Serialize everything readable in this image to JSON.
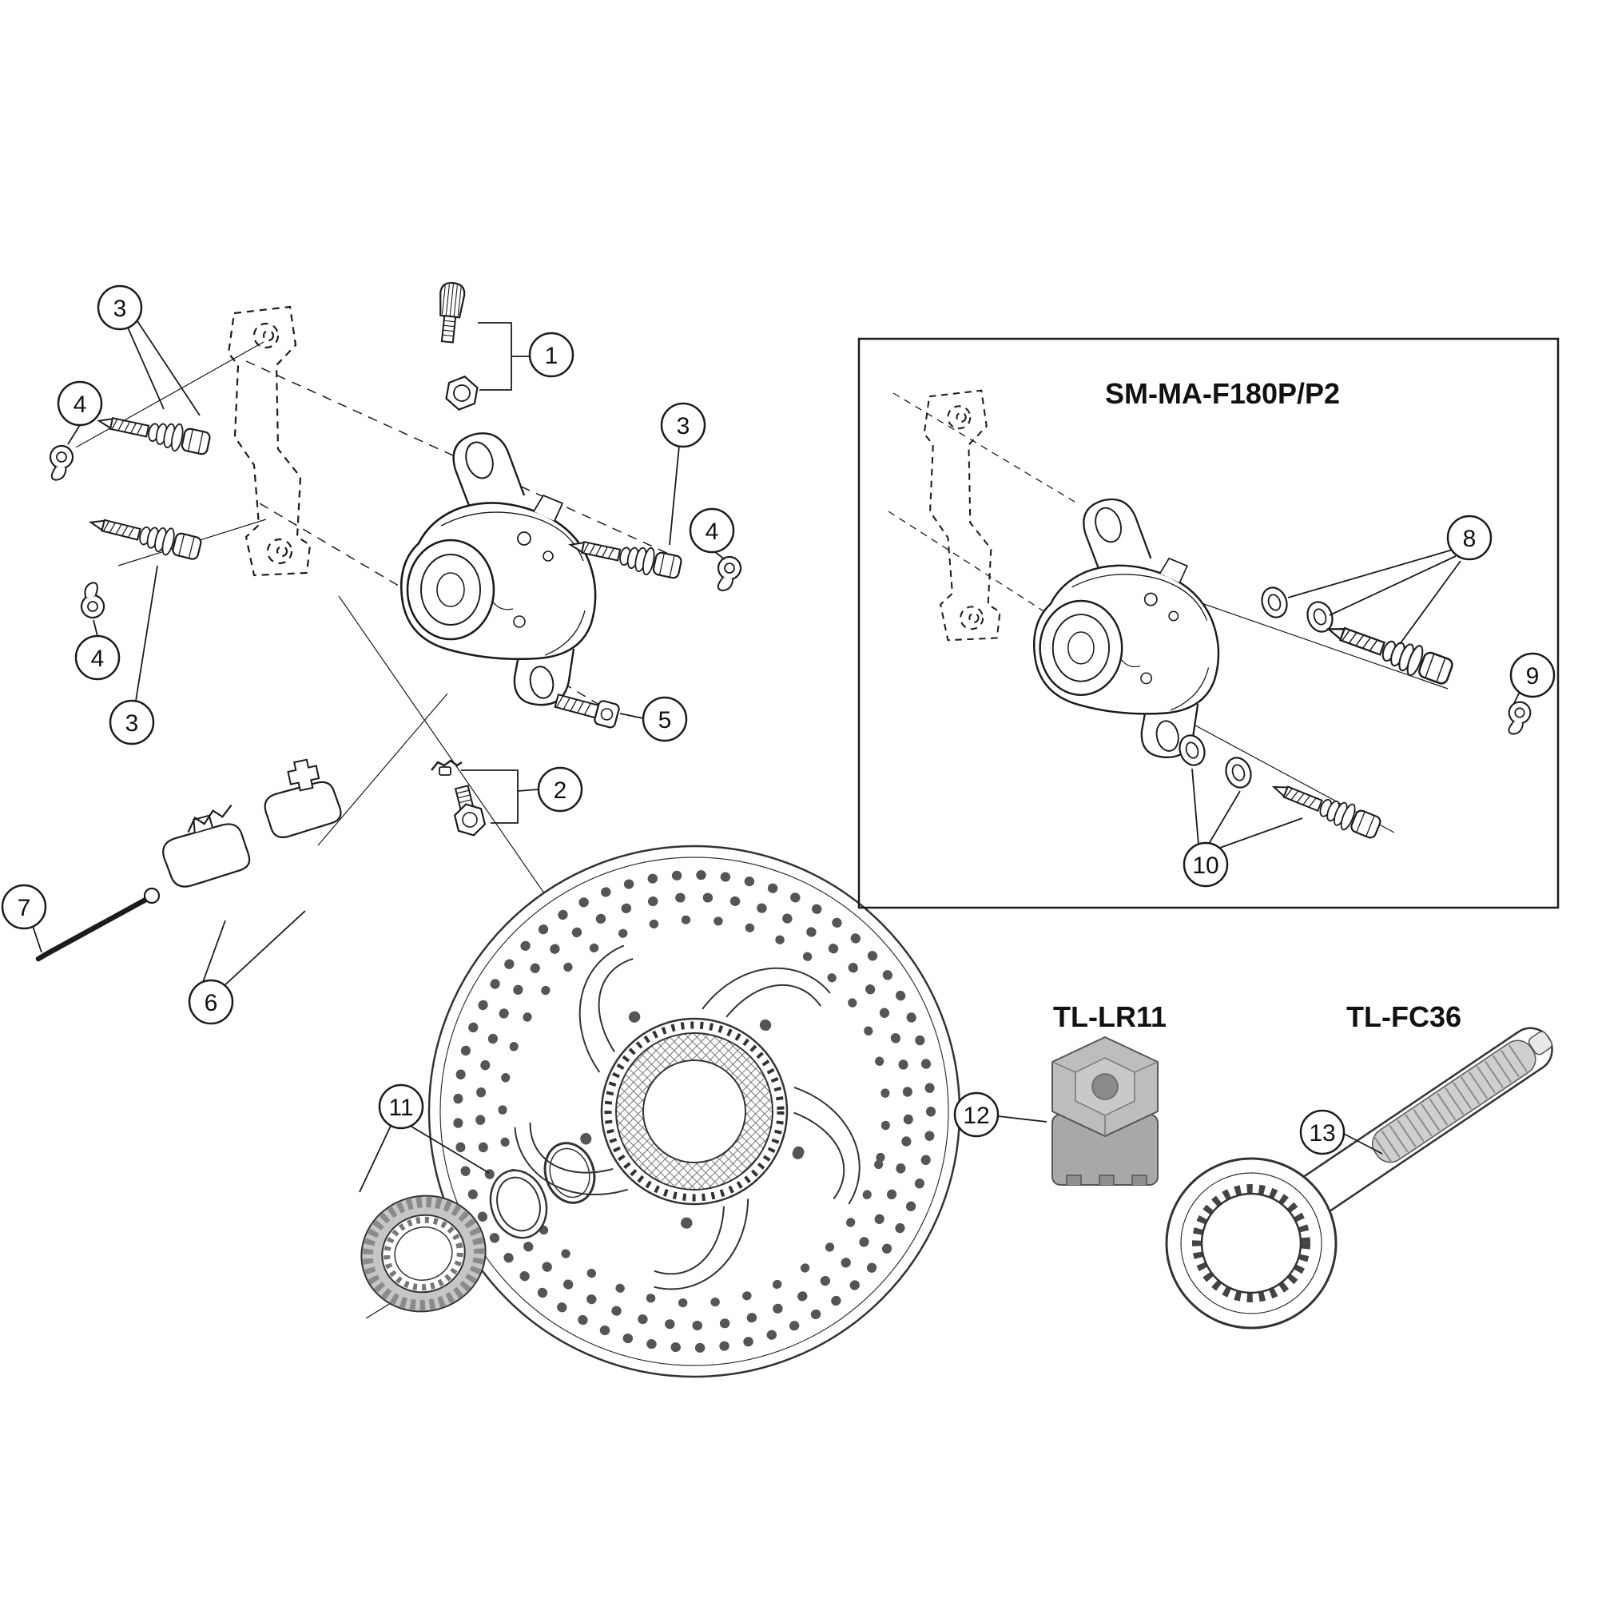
{
  "labels": {
    "inset_model": "SM-MA-F180P/P2",
    "tool_lr11": "TL-LR11",
    "tool_fc36": "TL-FC36"
  },
  "callouts": {
    "n1": "1",
    "n2": "2",
    "n3": "3",
    "n4": "4",
    "n5": "5",
    "n6": "6",
    "n7": "7",
    "n8": "8",
    "n9": "9",
    "n10": "10",
    "n11": "11",
    "n12": "12",
    "n13": "13"
  }
}
